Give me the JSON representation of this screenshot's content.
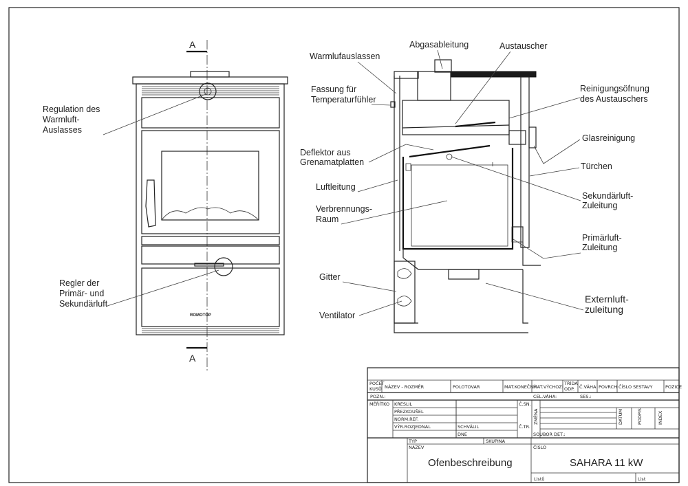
{
  "section_marker": {
    "top": "A",
    "bottom": "A"
  },
  "front_view": {
    "brand": "ROMOTOP",
    "labels": {
      "regulation": [
        "Regulation des",
        "Warmluft-",
        "Auslasses"
      ],
      "regler": [
        "Regler der",
        "Primär- und",
        "Sekundärluft"
      ]
    }
  },
  "section_view": {
    "labels": {
      "abgasableitung": "Abgasableitung",
      "austauscher": "Austauscher",
      "warmluftauslassen": "Warmlufauslassen",
      "fassung": [
        "Fassung für",
        "Temperaturfühler"
      ],
      "reinigungsoeffnung": [
        "Reinigungsöfnung",
        "des Austauschers"
      ],
      "glasreinigung": "Glasreinigung",
      "tuerchen": "Türchen",
      "deflektor": [
        "Deflektor aus",
        "Grenamatplatten"
      ],
      "luftleitung": "Luftleitung",
      "verbrennungsraum": [
        "Verbrennungs-",
        "Raum"
      ],
      "sekundaerluft": [
        "Sekundärluft-",
        "Zuleitung"
      ],
      "primaerluft": [
        "Primärluft-",
        "Zuleitung"
      ],
      "gitter": "Gitter",
      "ventilator": "Ventilator",
      "externluft": [
        "Externluft-",
        "zuleitung"
      ]
    }
  },
  "title_block": {
    "pocet_kusu": [
      "POČET",
      "KUSŮ"
    ],
    "nazev_rozmer": "NÁZEV - ROZMĚR",
    "polotovar": "POLOTOVAR",
    "mat_konecny": "MAT.KONEČNÝ",
    "mat_vychozi": "MAT.VÝCHOZÍ",
    "trida_odp": [
      "TŘÍDA",
      "ODP."
    ],
    "c_vaha": "Č.VÁHA",
    "povrch": "POVRCH",
    "cislo_sestavy": "ČÍSLO SESTAVY",
    "pozice": "POZICE",
    "pozn": "POZN.:",
    "cel_vaha": "CEL.VÁHA:",
    "ses": "SES.:",
    "meritko": "MĚŘÍTKO",
    "kreslil": "KRESLIL",
    "prezkousel": "PŘEZKOUŠEL",
    "norm_ref": "NORM.REF.",
    "vyr_rozjednal": "VÝR.ROZJEDNAL",
    "schvalil": "SCHVÁLIL",
    "dne": "DNE",
    "c_sn": "Č.SN.",
    "c_tr": "Č.TR.",
    "zmena": "ZMĚNA",
    "datum": "DATUM",
    "podpis": "PODPIS",
    "index": "INDEX",
    "soubor_det": "SOUBOR DET.:",
    "typ": "TYP",
    "skupina": "SKUPINA",
    "nazev": "NÁZEV",
    "cislo": "ČÍSLO",
    "list": "List",
    "listu": "Listů",
    "description": "Ofenbeschreibung",
    "product": "SAHARA  11 kW"
  }
}
